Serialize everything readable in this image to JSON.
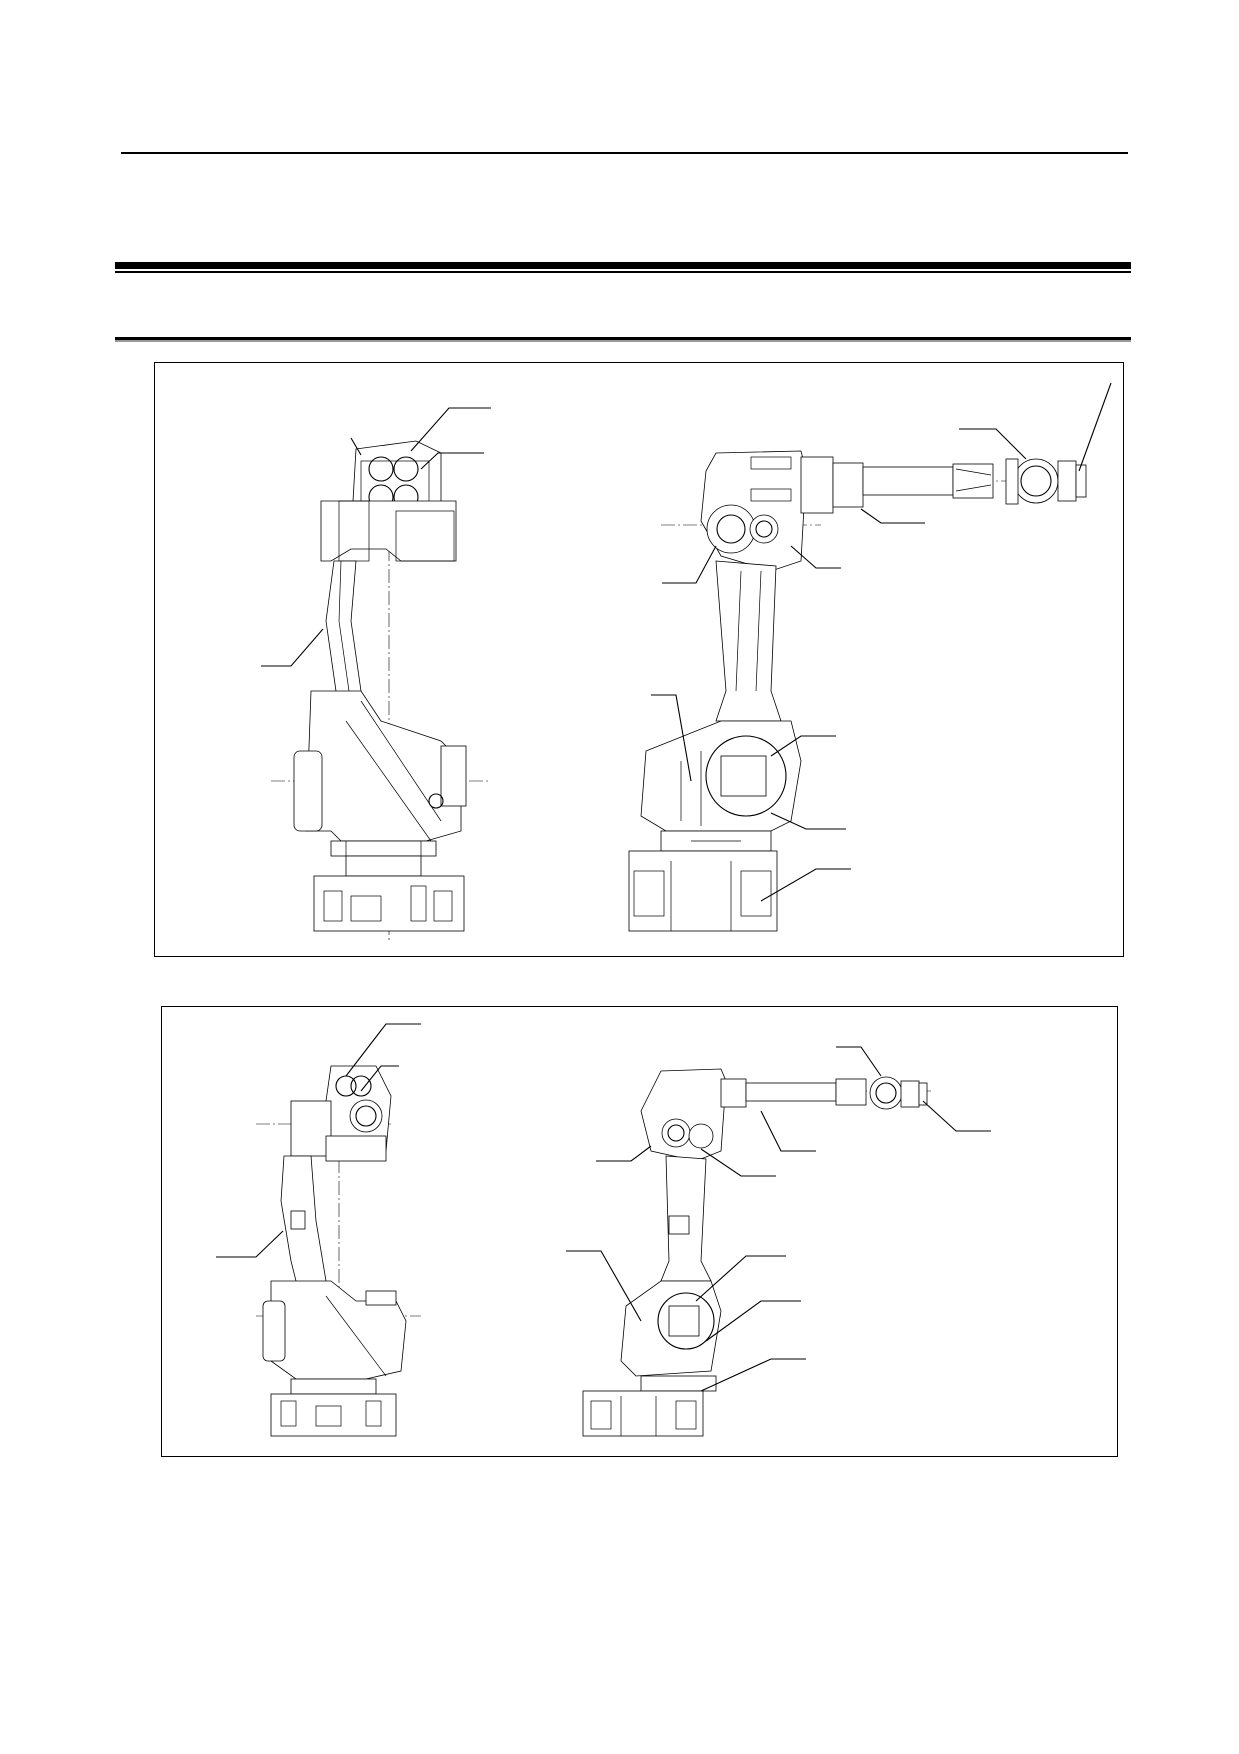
{
  "document": {
    "header_text": "",
    "section_heading": "",
    "figures": [
      {
        "id": "figure-1",
        "caption": "",
        "views": [
          "side-view",
          "front-view-arm-extended"
        ]
      },
      {
        "id": "figure-2",
        "caption": "",
        "views": [
          "side-view",
          "front-view-arm-extended"
        ]
      }
    ]
  }
}
